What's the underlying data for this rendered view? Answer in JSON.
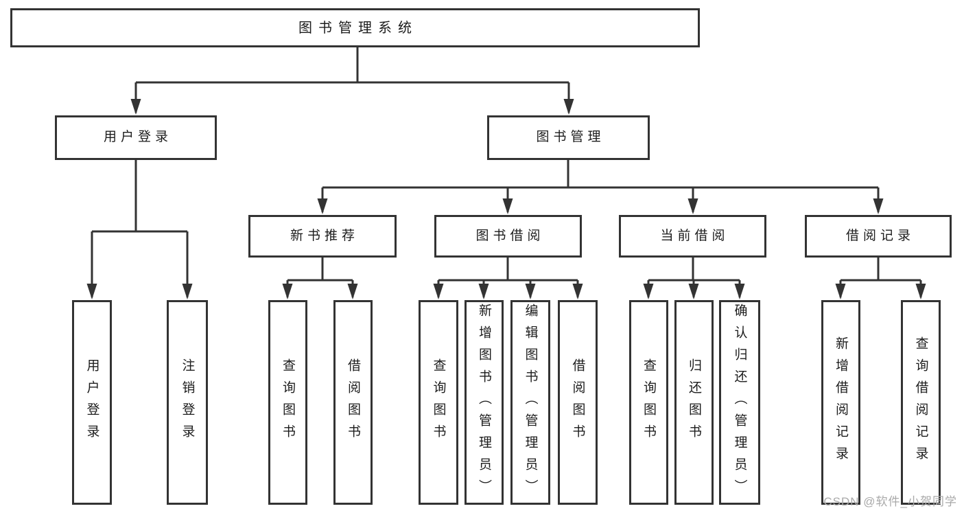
{
  "tree": {
    "root": {
      "label": "图书管理系统"
    },
    "branches": [
      {
        "label": "用户登录",
        "children": [
          {
            "label": "用户登录"
          },
          {
            "label": "注销登录"
          }
        ]
      },
      {
        "label": "图书管理",
        "children": [
          {
            "label": "新书推荐",
            "children": [
              {
                "label": "查询图书"
              },
              {
                "label": "借阅图书"
              }
            ]
          },
          {
            "label": "图书借阅",
            "children": [
              {
                "label": "查询图书"
              },
              {
                "label": "新增图书（管理员）"
              },
              {
                "label": "编辑图书（管理员）"
              },
              {
                "label": "借阅图书"
              }
            ]
          },
          {
            "label": "当前借阅",
            "children": [
              {
                "label": "查询图书"
              },
              {
                "label": "归还图书"
              },
              {
                "label": "确认归还（管理员）"
              }
            ]
          },
          {
            "label": "借阅记录",
            "children": [
              {
                "label": "新增借阅记录"
              },
              {
                "label": "查询借阅记录"
              }
            ]
          }
        ]
      }
    ]
  },
  "watermark": {
    "text": "CSDN @软件_小贺同学"
  },
  "colors": {
    "line": "#333333",
    "text": "#1c1c1c",
    "box_background": "#ffffff",
    "watermark": "#a9a9a9"
  }
}
